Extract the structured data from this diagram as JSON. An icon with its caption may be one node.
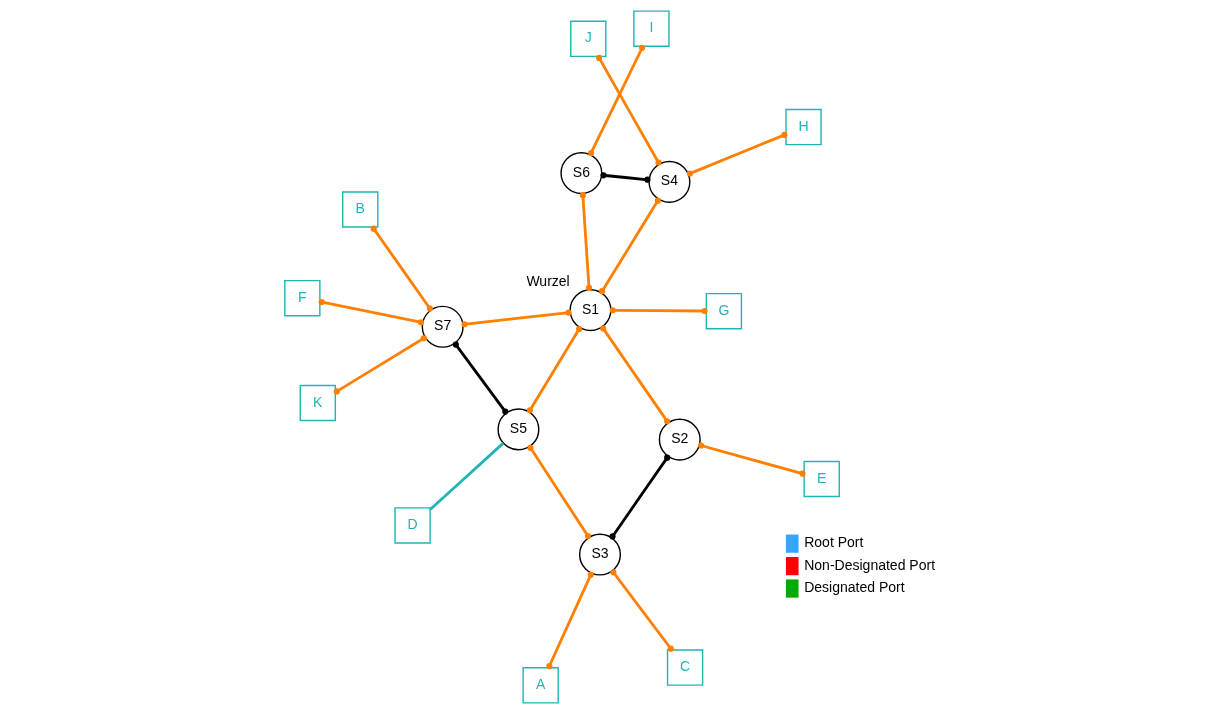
{
  "diagram": {
    "nodes": [
      {
        "text": [
          "A"
        ]
      },
      {
        "text": [
          "C"
        ]
      },
      {
        "text": [
          "S3"
        ]
      },
      {
        "text": [
          "B"
        ]
      },
      {
        "text": [
          "S5"
        ]
      },
      {
        "text": [
          "S2"
        ]
      },
      {
        "text": [
          "S7"
        ]
      },
      {
        "text": [
          "K"
        ]
      },
      {
        "text": [
          "D"
        ]
      },
      {
        "text": [
          "E"
        ]
      },
      {
        "text": [
          "F"
        ]
      },
      {
        "text": [
          "S1"
        ],
        "beside": [
          "Wurzel"
        ]
      },
      {
        "text": [
          "G"
        ]
      },
      {
        "text": [
          "H"
        ]
      },
      {
        "text": [
          "I"
        ]
      },
      {
        "text": [
          "S6"
        ]
      },
      {
        "text": [
          "S4"
        ]
      },
      {
        "text": [
          "J"
        ]
      }
    ],
    "edges": [
      {
        "from": 2,
        "to": 0,
        "arrow": "other"
      },
      {
        "from": 2,
        "to": 1,
        "arrow": "other"
      },
      {
        "from": 2,
        "to": 4,
        "arrow": "other"
      },
      {
        "from": 2,
        "to": 5,
        "arrow": "other",
        "color": "#000000"
      },
      {
        "from": 4,
        "to": 8,
        "arrow": "none",
        "color": "#1fb5b5"
      },
      {
        "from": 4,
        "to": 6,
        "arrow": "other",
        "color": "#000000"
      },
      {
        "from": 4,
        "to": 11,
        "arrow": "other"
      },
      {
        "from": 6,
        "to": 3,
        "arrow": "other"
      },
      {
        "from": 6,
        "to": 7,
        "arrow": "other"
      },
      {
        "from": 6,
        "to": 10,
        "arrow": "other"
      },
      {
        "from": 6,
        "to": 11,
        "arrow": "other"
      },
      {
        "from": 5,
        "to": 11,
        "arrow": "other"
      },
      {
        "from": 5,
        "to": 9,
        "arrow": "other"
      },
      {
        "from": 11,
        "to": 12,
        "arrow": "other"
      },
      {
        "from": 16,
        "to": 13,
        "arrow": "other"
      },
      {
        "from": 11,
        "to": 15,
        "arrow": "other"
      },
      {
        "from": 11,
        "to": 16,
        "arrow": "other"
      },
      {
        "from": 15,
        "to": 16,
        "arrow": "other",
        "color": "#000000"
      },
      {
        "from": 15,
        "to": 14,
        "arrow": "other"
      },
      {
        "from": 16,
        "to": 17,
        "arrow": "other"
      }
    ],
    "legend": [
      {
        "text": "Root Port",
        "color": "#33a8ff"
      },
      {
        "text": "Non-Designated Port",
        "color": "#ff0000"
      },
      {
        "text": "Designated Port",
        "color": "#00aa00"
      }
    ]
  }
}
